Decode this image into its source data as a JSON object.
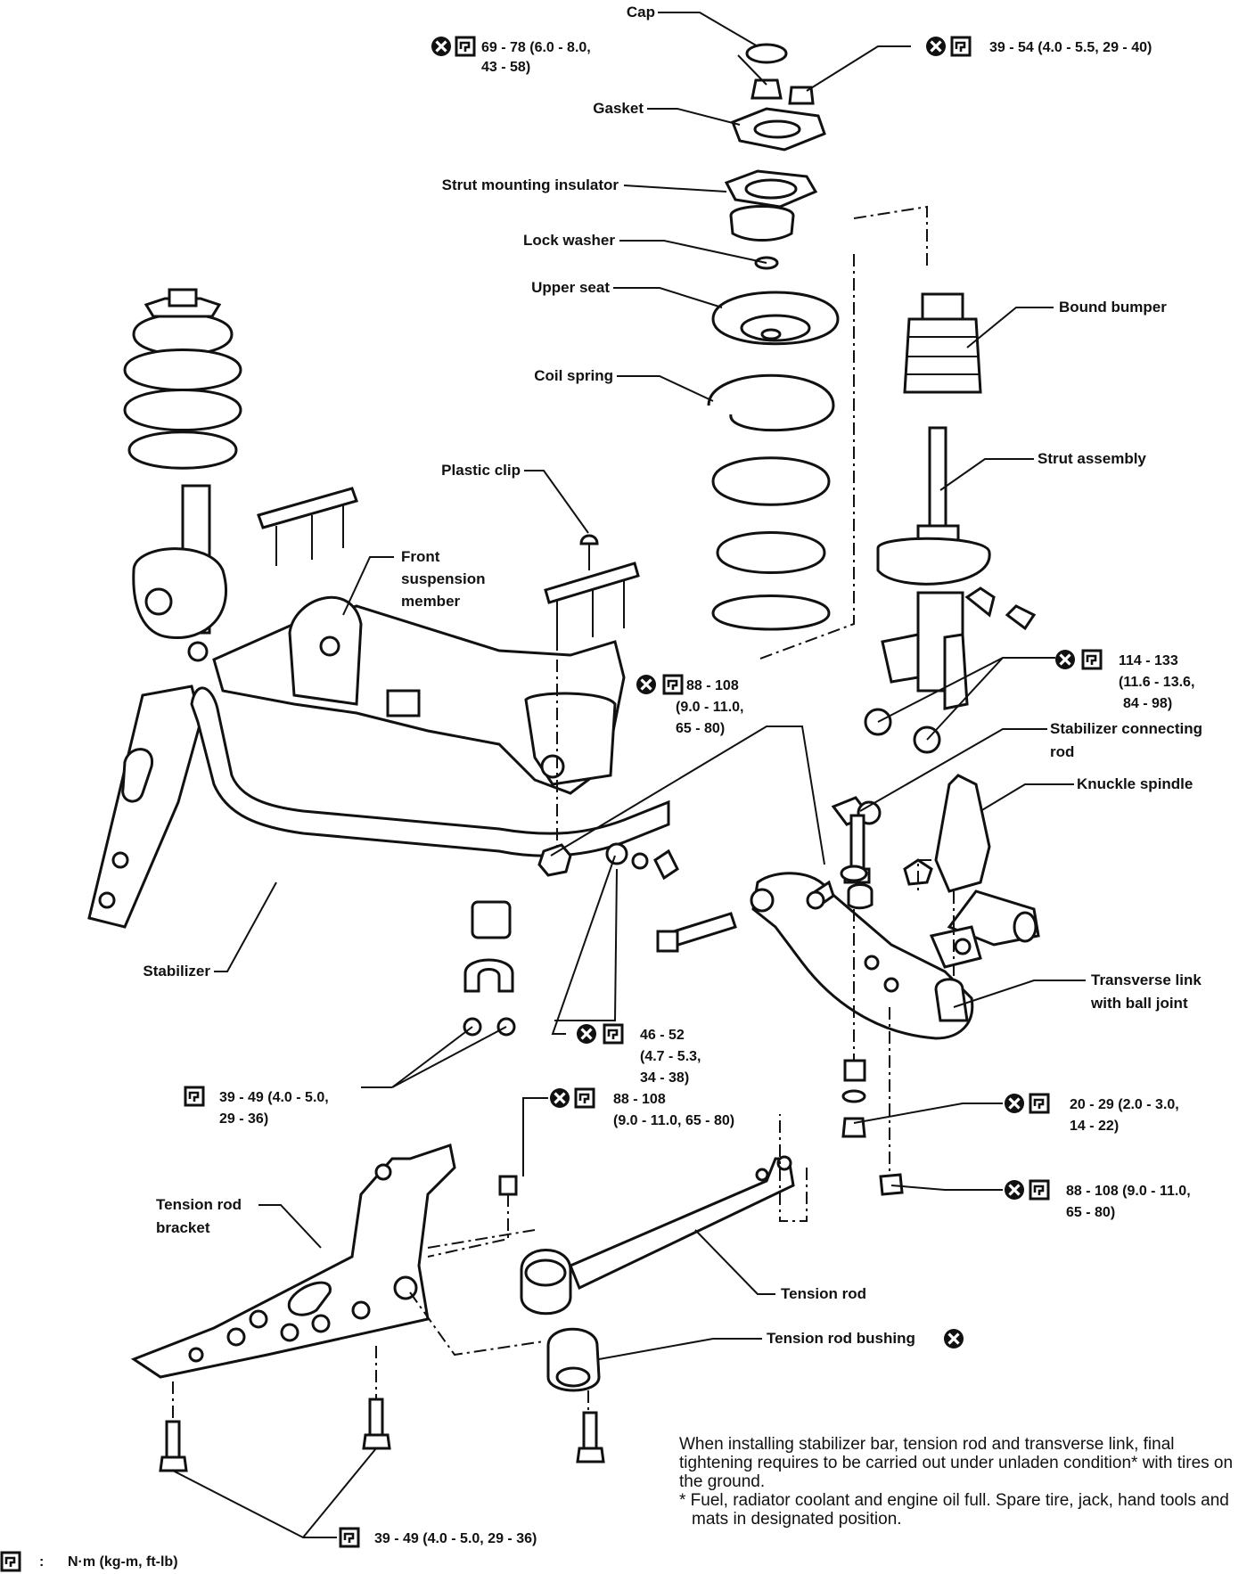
{
  "labels": {
    "cap": "Cap",
    "gasket": "Gasket",
    "strut_mounting_insulator": "Strut mounting insulator",
    "lock_washer": "Lock washer",
    "upper_seat": "Upper seat",
    "coil_spring": "Coil spring",
    "bound_bumper": "Bound bumper",
    "strut_assembly": "Strut assembly",
    "plastic_clip": "Plastic clip",
    "front_suspension_member": [
      "Front",
      "suspension",
      "member"
    ],
    "stabilizer_connecting_rod": [
      "Stabilizer connecting",
      "rod"
    ],
    "knuckle_spindle": "Knuckle spindle",
    "stabilizer": "Stabilizer",
    "transverse_link": [
      "Transverse link",
      "with ball joint"
    ],
    "tension_rod_bracket": [
      "Tension rod",
      "bracket"
    ],
    "tension_rod": "Tension rod",
    "tension_rod_bushing": "Tension rod bushing"
  },
  "torques": {
    "t1": [
      "69 - 78 (6.0 - 8.0,",
      "43 - 58)"
    ],
    "t2": [
      "39 - 54 (4.0 - 5.5, 29 - 40)"
    ],
    "t3": [
      "114 - 133",
      "(11.6 - 13.6,",
      "84 - 98)"
    ],
    "t4": [
      "88 - 108",
      "(9.0 - 11.0,",
      "65 - 80)"
    ],
    "t5": [
      "46 - 52",
      "(4.7 - 5.3,",
      "34 - 38)"
    ],
    "t6": [
      "39 - 49 (4.0 - 5.0,",
      "29 - 36)"
    ],
    "t7": [
      "88 - 108",
      "(9.0 - 11.0, 65 - 80)"
    ],
    "t8": [
      "20 - 29 (2.0 - 3.0,",
      "14 - 22)"
    ],
    "t9": [
      "88 - 108 (9.0 - 11.0,",
      "65 - 80)"
    ],
    "t10": [
      "39 - 49 (4.0 - 5.0, 29 - 36)"
    ]
  },
  "legend": {
    "colon": ":",
    "units": "N·m (kg-m, ft-lb)"
  },
  "note": {
    "line1": "When installing stabilizer bar, tension rod and transverse link, final tightening requires to be carried out under unladen condition* with tires on the ground.",
    "line2": "* Fuel, radiator coolant and engine oil full. Spare tire, jack, hand tools and mats in designated position."
  }
}
